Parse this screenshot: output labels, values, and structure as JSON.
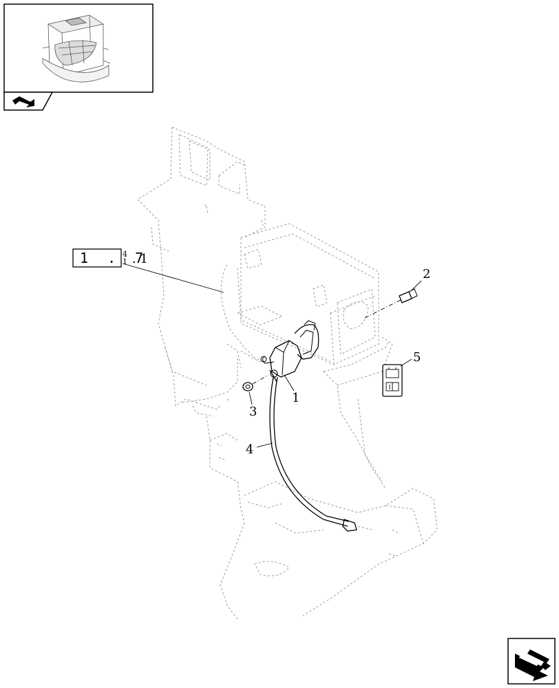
{
  "reference": {
    "box_text": "1 . 7",
    "superscript": "4",
    "subscript": "1",
    "suffix": ". 1"
  },
  "callouts": [
    {
      "id": "callout-1",
      "label": "1"
    },
    {
      "id": "callout-2",
      "label": "2"
    },
    {
      "id": "callout-3",
      "label": "3"
    },
    {
      "id": "callout-4",
      "label": "4"
    },
    {
      "id": "callout-5",
      "label": "5"
    }
  ],
  "icons": {
    "thumbnail": "cab-thumbnail-icon",
    "back": "back-arrow-icon",
    "next": "next-page-arrow-icon"
  }
}
